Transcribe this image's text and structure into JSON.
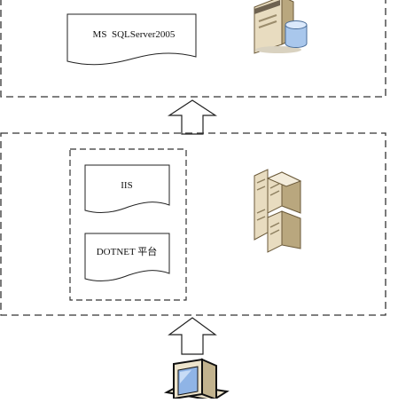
{
  "diagram": {
    "database_tier": {
      "document_label": "MS  SQLServer2005",
      "server_icon": "database-server-icon"
    },
    "web_tier": {
      "documents": [
        {
          "label": "IIS"
        },
        {
          "label": "DOTNET 平台"
        }
      ],
      "server_icon": "server-rack-icon"
    },
    "client_icon": "desktop-computer-icon",
    "arrows": [
      "arrow-up-icon",
      "arrow-up-icon"
    ],
    "colors": {
      "line": "#333333",
      "server_body": "#e8dcc0",
      "server_shade": "#b9a77e",
      "database_cylinder": "#a9c7ec"
    }
  }
}
